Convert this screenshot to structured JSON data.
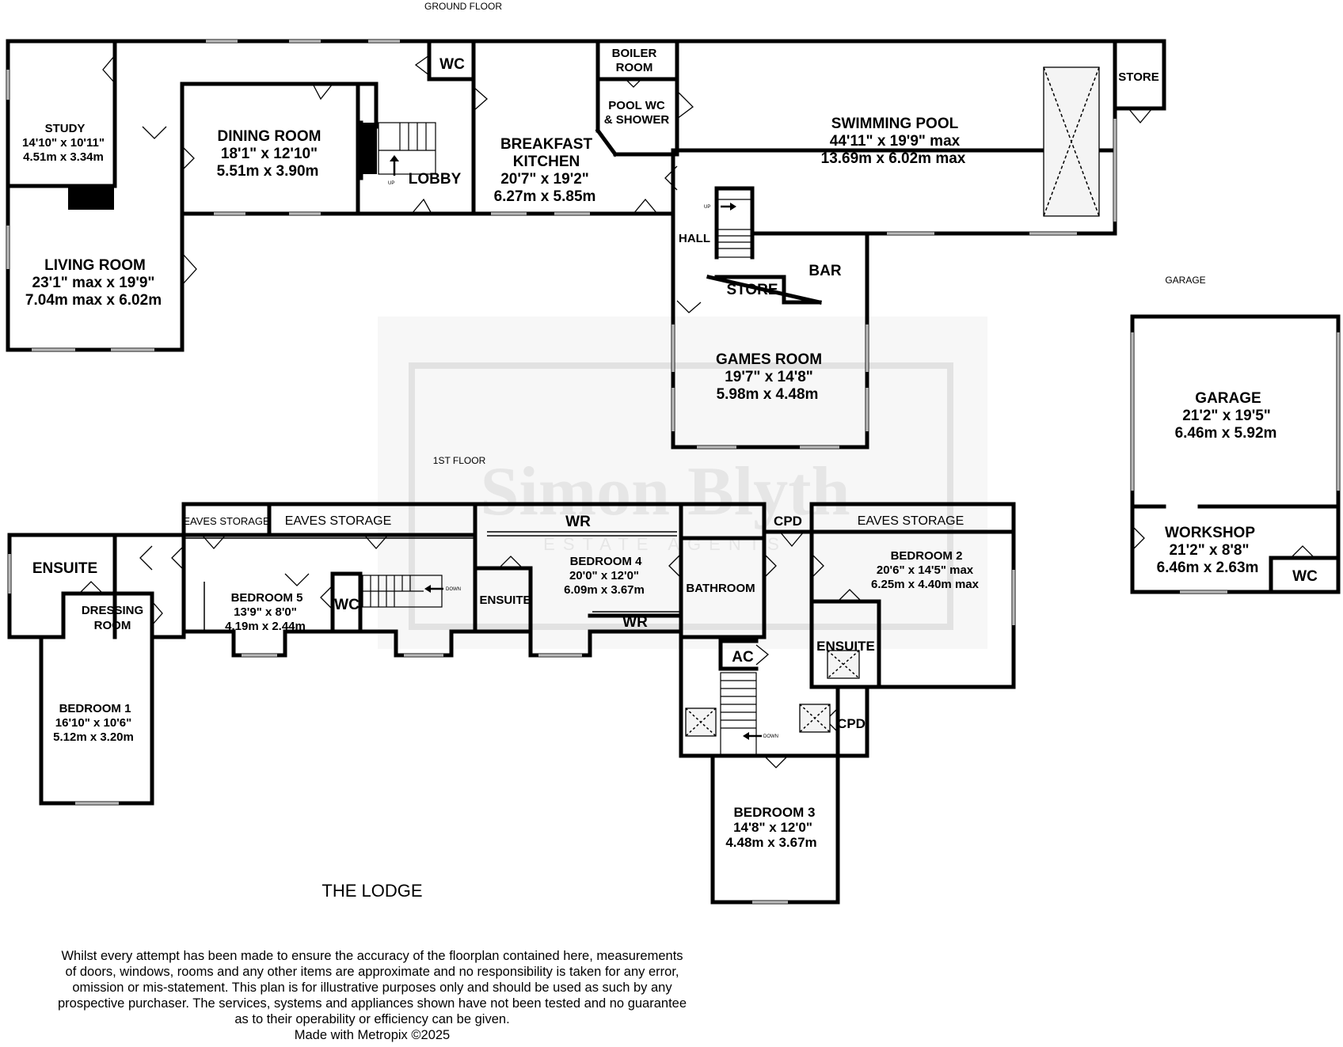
{
  "floor_labels": {
    "ground": "GROUND FLOOR",
    "first": "1ST FLOOR",
    "garage": "GARAGE"
  },
  "watermark": {
    "name": "Simon Blyth",
    "sub": "ESTATE AGENTS"
  },
  "title": "THE LODGE",
  "ground_floor": {
    "study": {
      "name": "STUDY",
      "imperial": "14'10\"  x 10'11\"",
      "metric": "4.51m  x 3.34m"
    },
    "dining_room": {
      "name": "DINING ROOM",
      "imperial": "18'1\"  x 12'10\"",
      "metric": "5.51m  x 3.90m"
    },
    "lobby": {
      "name": "LOBBY"
    },
    "wc": {
      "name": "WC"
    },
    "breakfast_kitchen": {
      "name_line1": "BREAKFAST",
      "name_line2": "KITCHEN",
      "imperial": "20'7\"  x 19'2\"",
      "metric": "6.27m  x 5.85m"
    },
    "boiler_room": {
      "line1": "BOILER",
      "line2": "ROOM"
    },
    "pool_wc": {
      "line1": "POOL WC",
      "line2": "& SHOWER"
    },
    "swimming_pool": {
      "name": "SWIMMING POOL",
      "imperial": "44'11\"  x 19'9\" max",
      "metric": "13.69m  x 6.02m max"
    },
    "store_pool": {
      "name": "STORE"
    },
    "living_room": {
      "name": "LIVING ROOM",
      "imperial": "23'1\" max x 19'9\"",
      "metric": "7.04m max x 6.02m"
    },
    "hall": {
      "name": "HALL"
    },
    "bar": {
      "name": "BAR"
    },
    "store_hall": {
      "name": "STORE"
    },
    "games_room": {
      "name": "GAMES ROOM",
      "imperial": "19'7\"  x 14'8\"",
      "metric": "5.98m  x 4.48m"
    },
    "up_label": "UP"
  },
  "garage_block": {
    "garage": {
      "name": "GARAGE",
      "imperial": "21'2\"  x 19'5\"",
      "metric": "6.46m  x 5.92m"
    },
    "workshop": {
      "name": "WORKSHOP",
      "imperial": "21'2\"  x 8'8\"",
      "metric": "6.46m  x 2.63m"
    },
    "wc": {
      "name": "WC"
    }
  },
  "first_floor": {
    "ensuite_1": {
      "name": "ENSUITE"
    },
    "dressing_room": {
      "line1": "DRESSING",
      "line2": "ROOM"
    },
    "bedroom_1": {
      "name": "BEDROOM 1",
      "imperial": "16'10\"  x 10'6\"",
      "metric": "5.12m  x 3.20m"
    },
    "eaves_storage_1": {
      "name": "EAVES STORAGE"
    },
    "eaves_storage_2": {
      "name": "EAVES STORAGE"
    },
    "bedroom_5": {
      "name": "BEDROOM 5",
      "imperial": "13'9\"  x 8'0\"",
      "metric": "4.19m  x 2.44m"
    },
    "wc": {
      "name": "WC"
    },
    "wr_top": {
      "name": "WR"
    },
    "ensuite_4": {
      "name": "ENSUITE"
    },
    "bedroom_4": {
      "name": "BEDROOM 4",
      "imperial": "20'0\"  x 12'0\"",
      "metric": "6.09m  x 3.67m"
    },
    "wr_bottom": {
      "name": "WR"
    },
    "bathroom": {
      "name": "BATHROOM"
    },
    "cpd_top": {
      "name": "CPD"
    },
    "eaves_storage_3": {
      "name": "EAVES STORAGE"
    },
    "bedroom_2": {
      "name": "BEDROOM 2",
      "imperial": "20'6\"  x 14'5\" max",
      "metric": "6.25m  x 4.40m max"
    },
    "ensuite_2": {
      "name": "ENSUITE"
    },
    "ac": {
      "name": "AC"
    },
    "cpd_right": {
      "name": "CPD"
    },
    "bedroom_3": {
      "name": "BEDROOM 3",
      "imperial": "14'8\"  x 12'0\"",
      "metric": "4.48m  x 3.67m"
    },
    "down_label": "DOWN"
  },
  "disclaimer": {
    "line1": "Whilst every attempt has been made to ensure the accuracy of the floorplan contained here, measurements",
    "line2": "of doors, windows, rooms and any other items are approximate and no responsibility is taken for any error,",
    "line3": "omission or mis-statement. This plan is for illustrative purposes only and should be used as such by any",
    "line4": "prospective purchaser. The services, systems and appliances shown have not been tested and no guarantee",
    "line5": "as to their operability or efficiency can be given.",
    "line6": "Made with Metropix ©2025"
  }
}
